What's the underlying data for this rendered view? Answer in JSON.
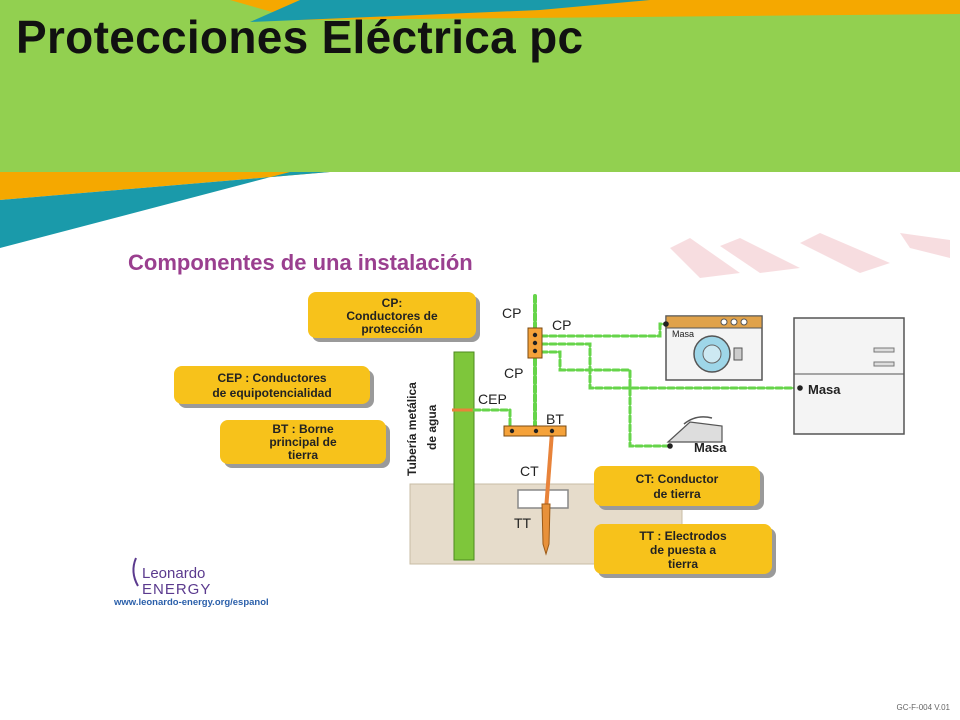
{
  "slide": {
    "title": "Protecciones Eléctrica pc",
    "footer_code": "GC-F-004 V.01"
  },
  "colors": {
    "header_green": "#92d050",
    "stripe_teal": "#1a9aaa",
    "stripe_orange": "#f5a800",
    "label_yellow": "#f7c21b",
    "earth_green": "#66d44a",
    "heading_purple": "#9a3f8f",
    "ground_tan": "#e6dccb",
    "logo_purple": "#5b3a8e",
    "url_blue": "#2a5faa"
  },
  "diagram": {
    "heading": "Componentes de una instalación",
    "labels": {
      "cp": [
        "CP:",
        "Conductores de",
        "protección"
      ],
      "cep": [
        "CEP : Conductores",
        "de equipotencialidad"
      ],
      "bt": [
        "BT : Borne",
        "principal de",
        "tierra"
      ],
      "ct": [
        "CT: Conductor",
        "de tierra"
      ],
      "tt": [
        "TT : Electrodos",
        "de puesta a",
        "tierra"
      ]
    },
    "pipe_label": [
      "Tubería metálica",
      "de agua"
    ],
    "markers": {
      "cp_top": "CP",
      "cp_right": "CP",
      "cp_mid": "CP",
      "cep": "CEP",
      "bt": "BT",
      "ct": "CT",
      "tt": "TT"
    },
    "masa_washer": "Masa",
    "masa_fridge": "Masa",
    "masa_iron": "Masa",
    "logo": {
      "line1": "Leonardo",
      "line2": "ENERGY",
      "url": "www.leonardo-energy.org/espanol"
    }
  }
}
